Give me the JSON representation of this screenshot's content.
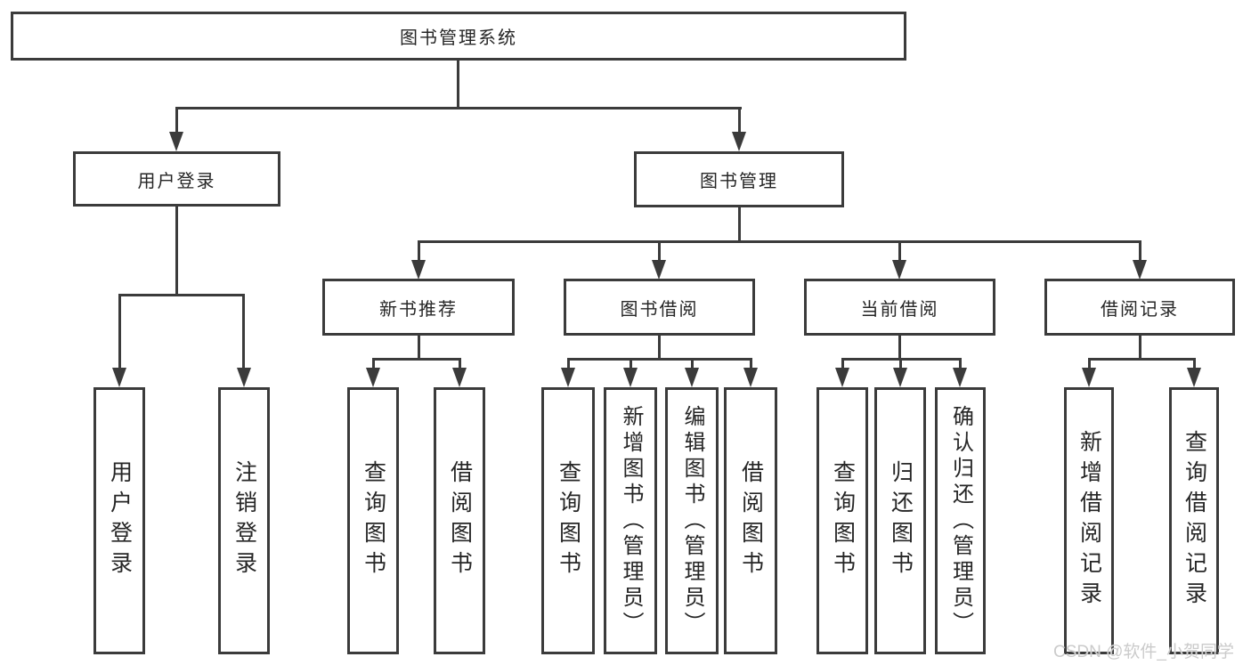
{
  "tree": {
    "root": {
      "label": "图书管理系统"
    },
    "branches": [
      {
        "label": "用户登录",
        "children": [
          {
            "label": "用户登录"
          },
          {
            "label": "注销登录"
          }
        ]
      },
      {
        "label": "图书管理",
        "groups": [
          {
            "label": "新书推荐",
            "children": [
              {
                "label": "查询图书"
              },
              {
                "label": "借阅图书"
              }
            ]
          },
          {
            "label": "图书借阅",
            "children": [
              {
                "label": "查询图书"
              },
              {
                "label": "新增图书（管理员）"
              },
              {
                "label": "编辑图书（管理员）"
              },
              {
                "label": "借阅图书"
              }
            ]
          },
          {
            "label": "当前借阅",
            "children": [
              {
                "label": "查询图书"
              },
              {
                "label": "归还图书"
              },
              {
                "label": "确认归还（管理员）"
              }
            ]
          },
          {
            "label": "借阅记录",
            "children": [
              {
                "label": "新增借阅记录"
              },
              {
                "label": "查询借阅记录"
              }
            ]
          }
        ]
      }
    ]
  },
  "watermark": {
    "text": "CSDN @软件_小贺同学"
  },
  "colors": {
    "line": "#3b3b3b",
    "text": "#262626",
    "watermark": "#cbcbcb",
    "background": "#ffffff"
  }
}
